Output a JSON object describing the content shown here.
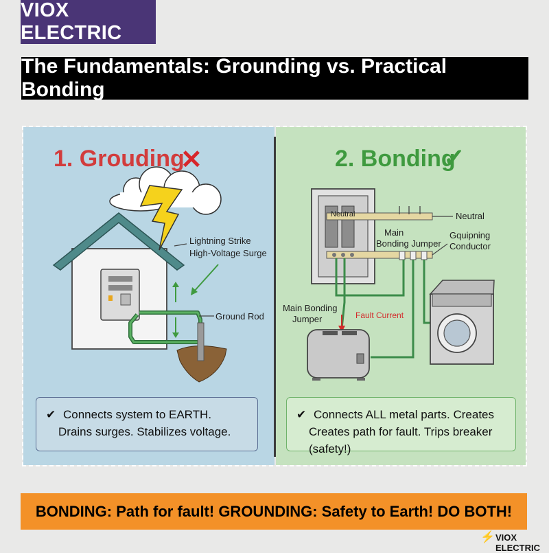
{
  "brand": "VIOX ELECTRIC",
  "title": "The Fundamentals: Grounding vs. Practical Bonding",
  "grounding": {
    "heading": "1. Grouding",
    "mark": "✕",
    "labels": {
      "lightning": "Lightning Strike",
      "surge": "High-Voltage Surge",
      "rod": "Ground Rod"
    },
    "summary_line1": "Connects system to EARTH.",
    "summary_line2": "Drains surges. Stabilizes voltage."
  },
  "bonding": {
    "heading": "2. Bonding",
    "mark": "✓",
    "labels": {
      "neutral_busbar": "Neutral",
      "neutral_right": "Neutral",
      "main_line1": "Main",
      "main_line2": "Bonding Jumper",
      "equip_line1": "Gquipning",
      "equip_line2": "Conductor",
      "jumper_line1": "Main Bonding",
      "jumper_line2": "Jumper",
      "fault": "Fault Current"
    },
    "summary_line1": "Connects ALL metal parts. Creates",
    "summary_line2": "Creates path for fault. Trips breaker (safety!)"
  },
  "banner": "BONDING: Path for fault! GROUNDING: Safety to Earth! DO BOTH!",
  "footer": "VIOX ELECTRIC",
  "colors": {
    "brand_bg": "#4a3576",
    "left_panel": "#b9d6e4",
    "right_panel": "#c5e2bf",
    "grounding_heading": "#d23c3c",
    "bonding_heading": "#3f9a3f",
    "banner_bg": "#f39128",
    "wire_green": "#3c8c4a"
  }
}
